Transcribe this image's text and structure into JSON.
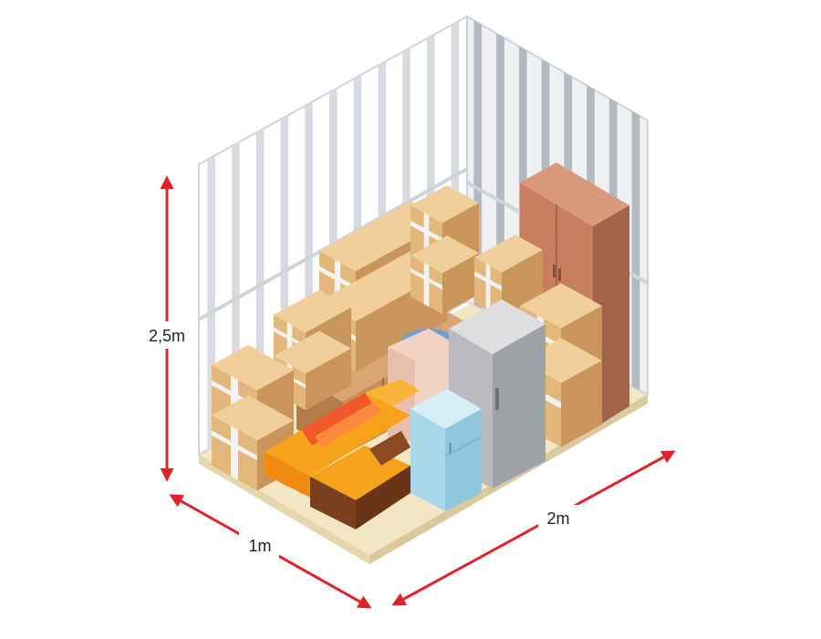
{
  "dimensions": {
    "height_label": "2,5m",
    "depth_label": "1m",
    "width_label": "2m"
  },
  "colors": {
    "arrow": "#e0232b",
    "wall_slat": "#ffffff",
    "wall_gap": "#d7dbe0",
    "floor": "#f2e6c4",
    "box": "#e3b77c",
    "box_side": "#c9955a",
    "box_top": "#f1cf9b",
    "tape": "#f4f2ee",
    "wardrobe": "#c77f60",
    "fridge_grey": "#b9bbbe",
    "fridge_blue": "#a9d8ea",
    "sofa_orange": "#f7a21b",
    "sofa_brown": "#7a3f1d",
    "cabinet": "#c68e5a"
  },
  "icons": [
    "box-icon",
    "wardrobe-icon",
    "fridge-icon",
    "sofa-icon",
    "arrow-icon"
  ]
}
